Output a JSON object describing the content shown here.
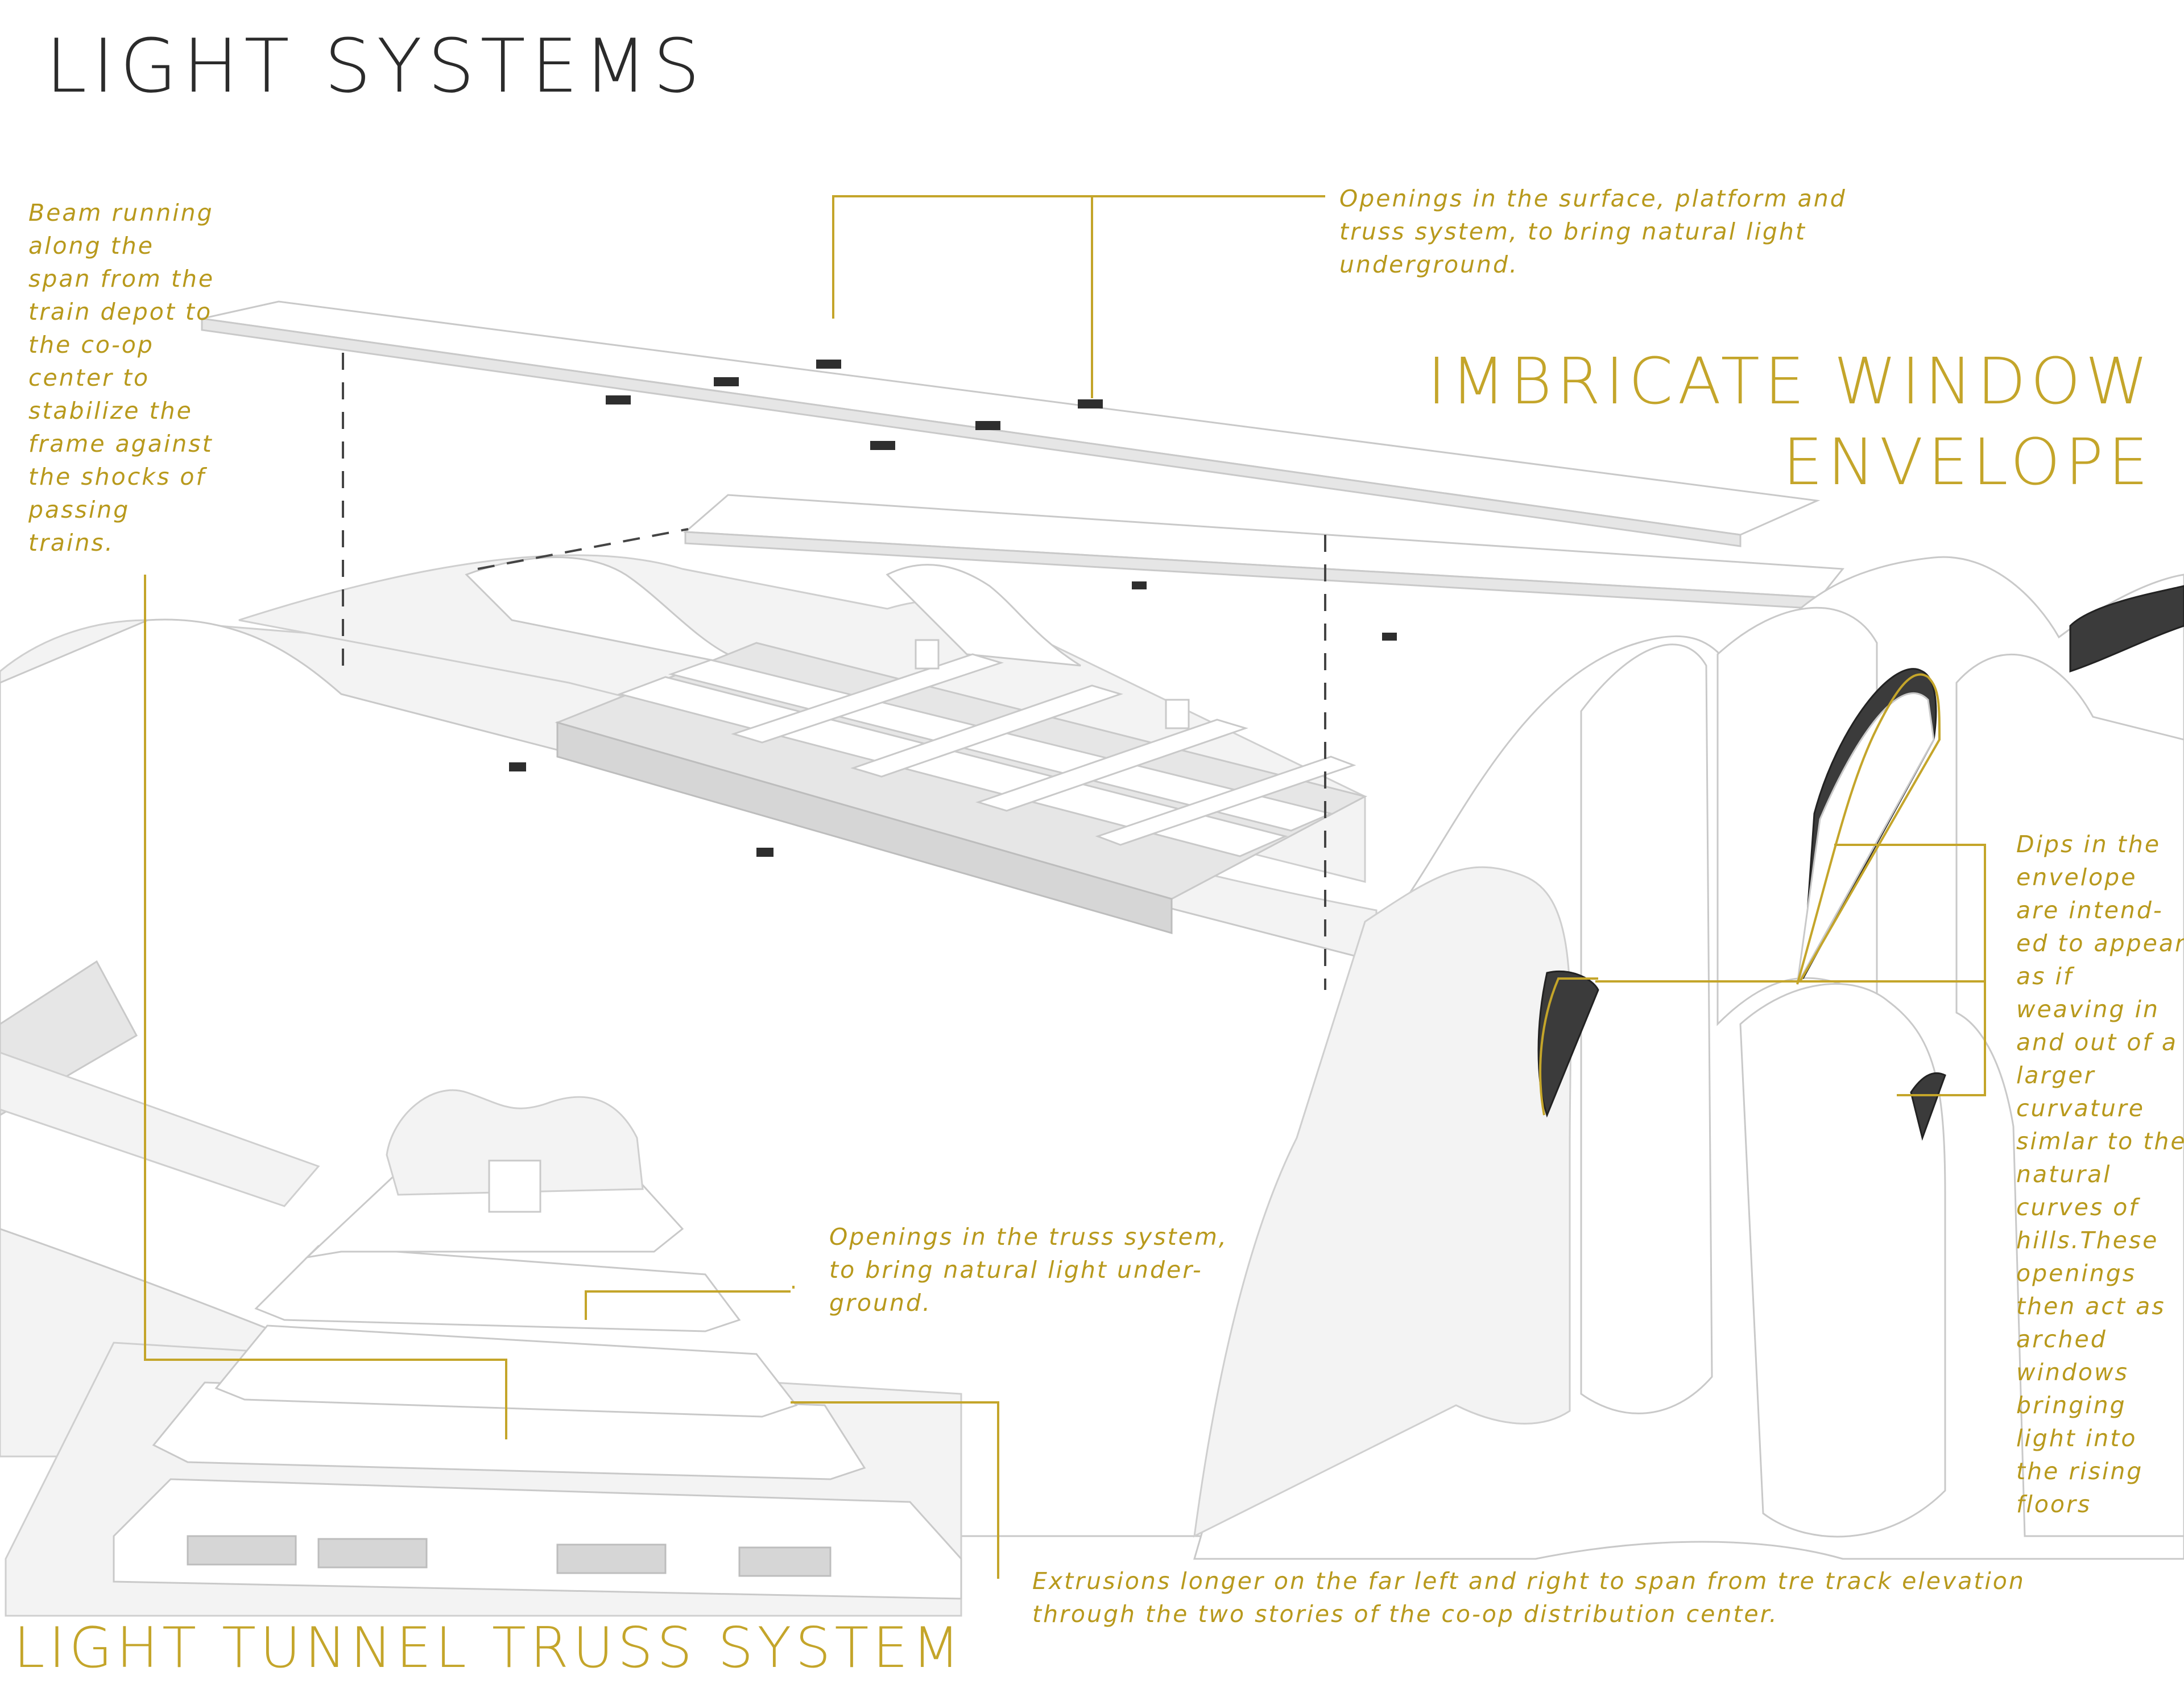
{
  "title": "LIGHT SYSTEMS",
  "headings": {
    "imbricate_line1": "IMBRICATE WINDOW",
    "imbricate_line2": "ENVELOPE",
    "truss": "LIGHT TUNNEL TRUSS SYSTEM"
  },
  "annotations": {
    "beam": "Beam running along the span from the train depot to the co-op center to stabilize the frame against the shocks of passing trains.",
    "openings_top": "Openings in the surface, platform and truss system, to bring natural light underground.",
    "dips": "Dips in the envelope are intend- ed to appear as if weaving in and out of a larger curvature simlar to the natural curves of hills.These openings then act as arched windows bringing light into the rising floors",
    "truss_openings": "Openings in the truss system, to bring natural light under- ground.",
    "extrusions": "Extrusions longer on the far left and right to span from tre track elevation through the two stories of the co-op distribution center."
  },
  "colors": {
    "accent": "#c4a52a",
    "title_text": "#2b2b2b",
    "background": "#ffffff"
  }
}
